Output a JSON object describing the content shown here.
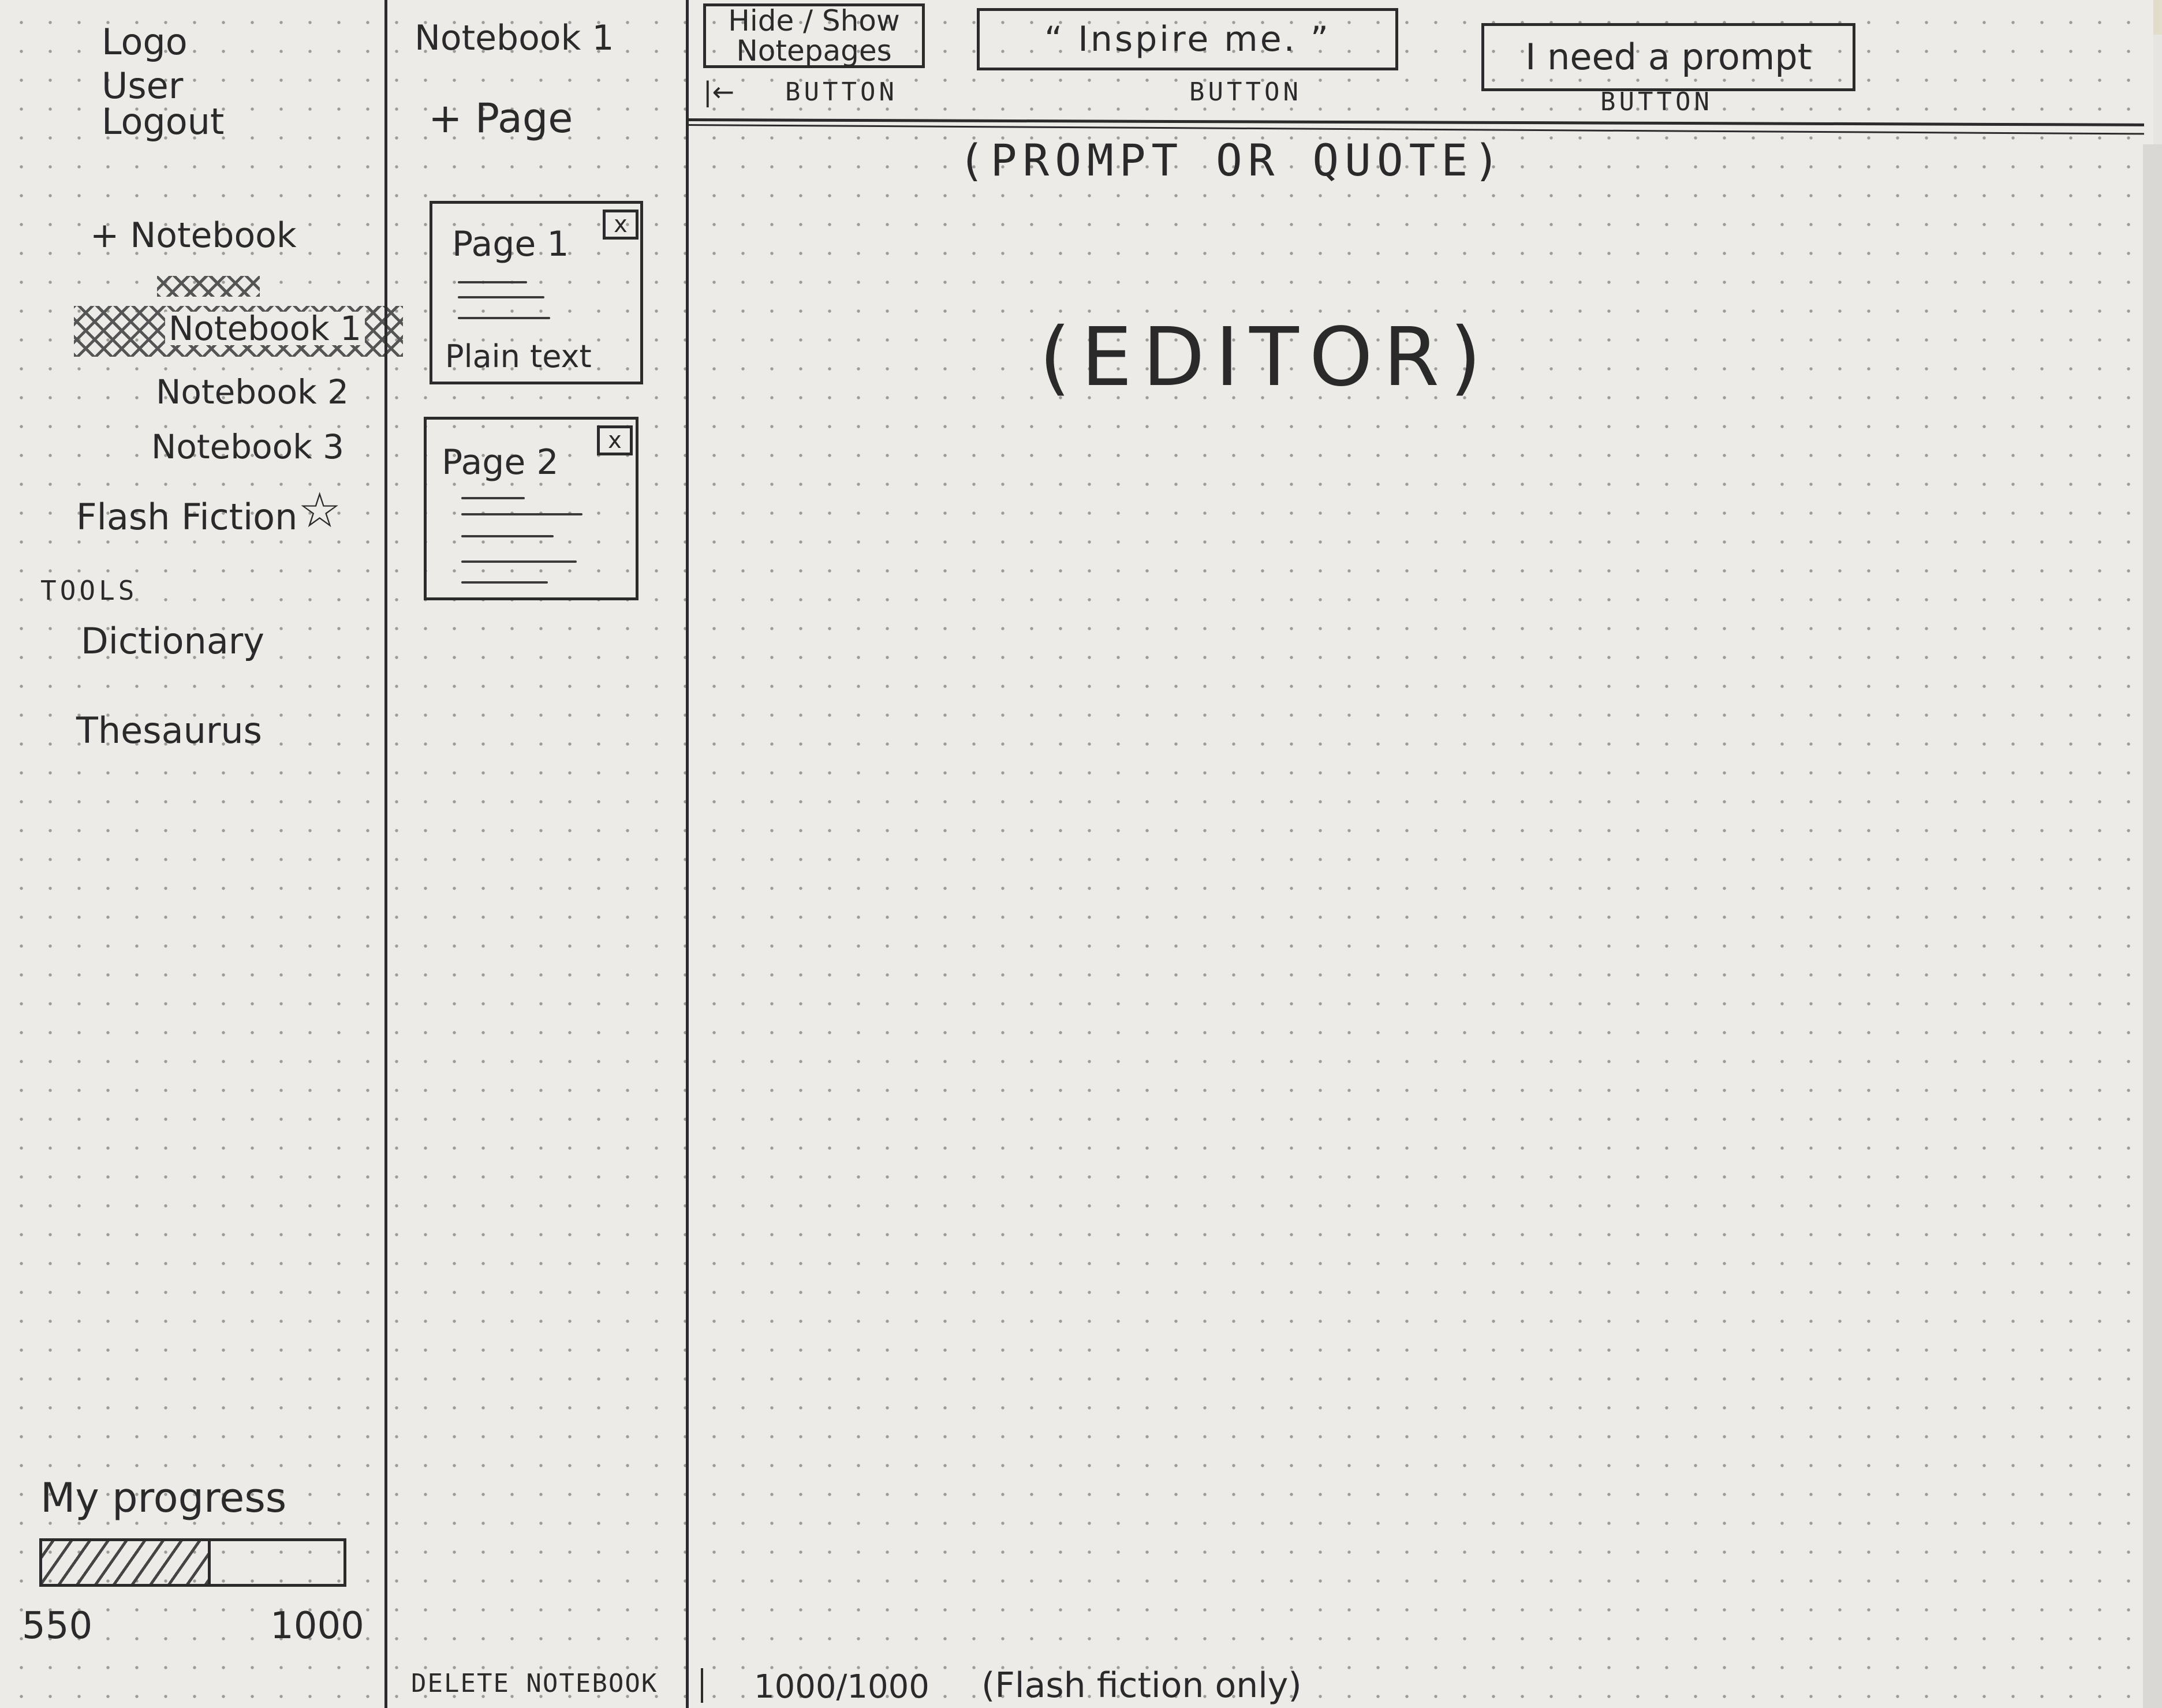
{
  "sidebar": {
    "logo": "Logo",
    "user": "User",
    "logout": "Logout",
    "add_notebook": "+ Notebook",
    "notebooks": [
      {
        "label": "Notebook 1",
        "selected": true
      },
      {
        "label": "Notebook 2",
        "selected": false
      },
      {
        "label": "Notebook 3",
        "selected": false
      }
    ],
    "flash_fiction": "Flash Fiction",
    "tools_heading": "TOOLS",
    "tools": [
      "Dictionary",
      "Thesaurus"
    ],
    "progress": {
      "label": "My progress",
      "current": 550,
      "max": 1000,
      "current_label": "550",
      "max_label": "1000"
    }
  },
  "pages_panel": {
    "notebook_title": "Notebook 1",
    "add_page": "+ Page",
    "pages": [
      {
        "title": "Page 1",
        "subtitle": "Plain text",
        "close": "x"
      },
      {
        "title": "Page 2",
        "subtitle": "",
        "close": "x"
      }
    ],
    "delete_notebook": "DELETE NOTEBOOK"
  },
  "toolbar": {
    "hide_show": "Hide / Show Notepages",
    "hide_show_caption": "BUTTON",
    "collapse_arrow": "|←",
    "inspire": "“ Inspire me. ”",
    "inspire_caption": "BUTTON",
    "prompt": "I need a prompt",
    "prompt_caption": "BUTTON"
  },
  "editor": {
    "prompt_placeholder": "(PROMPT OR QUOTE)",
    "editor_placeholder": "(EDITOR)"
  },
  "footer": {
    "word_count": "1000/1000",
    "word_count_note": "(Flash fiction only)"
  }
}
